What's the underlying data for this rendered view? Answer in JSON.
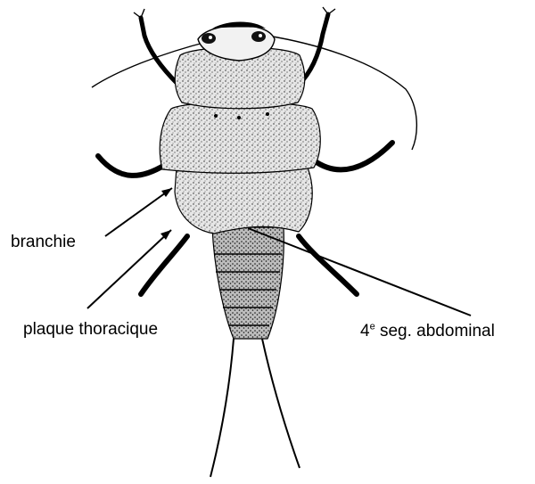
{
  "labels": {
    "branchie": "branchie",
    "plaque": "plaque thoracique",
    "seg_number": "4",
    "seg_superscript": "e",
    "seg_rest": " seg. abdominal"
  },
  "colors": {
    "ink": "#000000",
    "body_fill": "#d9d9d9",
    "background": "#ffffff"
  }
}
